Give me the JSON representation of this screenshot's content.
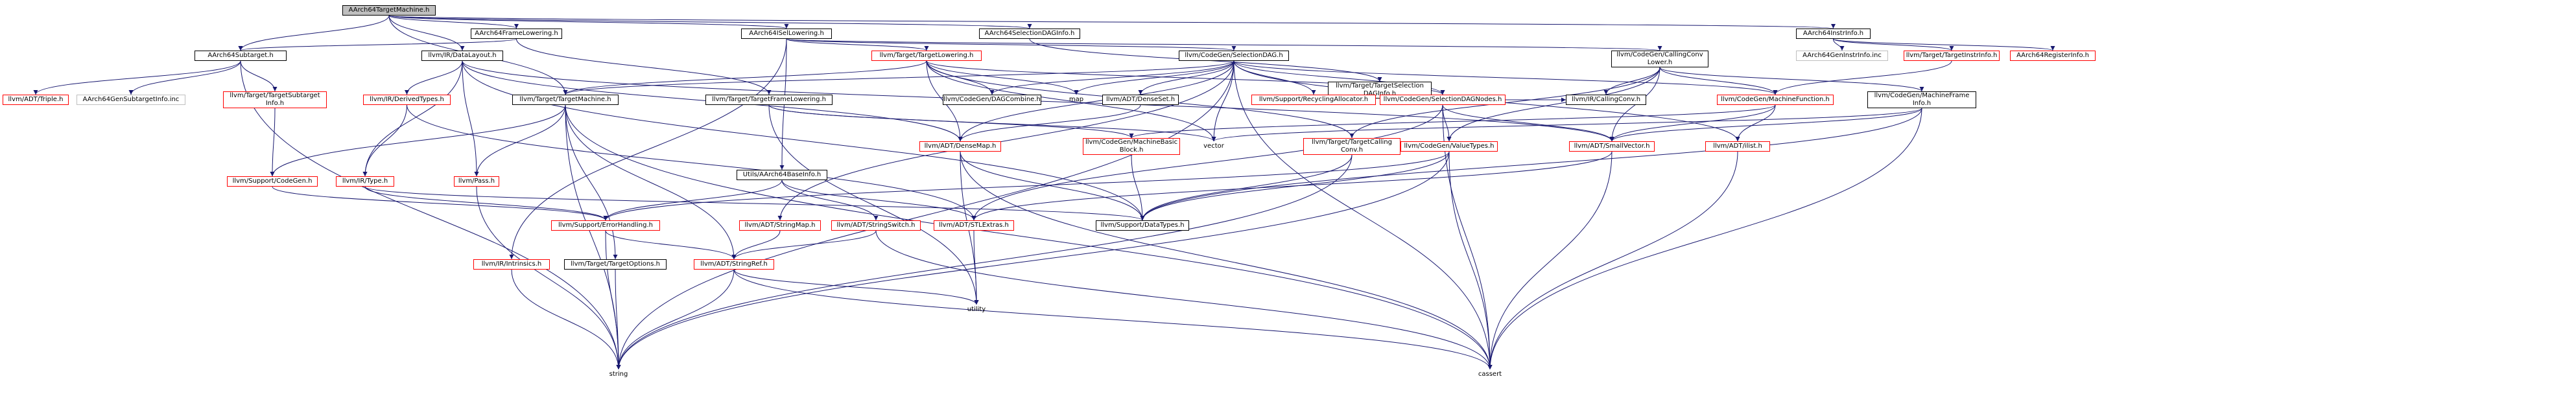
{
  "nodes": [
    {
      "id": "root",
      "label": "AArch64TargetMachine.h",
      "style": "root"
    },
    {
      "id": "subtarget",
      "label": "AArch64Subtarget.h",
      "style": "black"
    },
    {
      "id": "datalayout",
      "label": "llvm/IR/DataLayout.h",
      "style": "black"
    },
    {
      "id": "framelowering",
      "label": "AArch64FrameLowering.h",
      "style": "black"
    },
    {
      "id": "isellowering",
      "label": "AArch64ISelLowering.h",
      "style": "black"
    },
    {
      "id": "selectiondaginfo",
      "label": "AArch64SelectionDAGInfo.h",
      "style": "black"
    },
    {
      "id": "instrinfo",
      "label": "AArch64InstrInfo.h",
      "style": "black"
    },
    {
      "id": "triple",
      "label": "llvm/ADT/Triple.h",
      "style": "red"
    },
    {
      "id": "gensubtargetinfo",
      "label": "AArch64GenSubtargetInfo.inc",
      "style": "grey"
    },
    {
      "id": "targetsubtargetinfo",
      "label": "llvm/Target/TargetSubtarget\nInfo.h",
      "style": "red"
    },
    {
      "id": "derivedtypes",
      "label": "llvm/IR/DerivedTypes.h",
      "style": "red"
    },
    {
      "id": "targetmachine",
      "label": "llvm/Target/TargetMachine.h",
      "style": "black"
    },
    {
      "id": "targetlowering",
      "label": "llvm/Target/TargetLowering.h",
      "style": "red"
    },
    {
      "id": "selectiondag",
      "label": "llvm/CodeGen/SelectionDAG.h",
      "style": "black"
    },
    {
      "id": "targetselectiondaginfo",
      "label": "llvm/Target/TargetSelection\nDAGInfo.h",
      "style": "black"
    },
    {
      "id": "callingconvlower",
      "label": "llvm/CodeGen/CallingConv\nLower.h",
      "style": "black"
    },
    {
      "id": "geninstrinfo",
      "label": "AArch64GenInstrInfo.inc",
      "style": "grey"
    },
    {
      "id": "targetinstrinfo",
      "label": "llvm/Target/TargetInstrInfo.h",
      "style": "red"
    },
    {
      "id": "registerinfo",
      "label": "AArch64RegisterInfo.h",
      "style": "red"
    },
    {
      "id": "supportcodegen",
      "label": "llvm/Support/CodeGen.h",
      "style": "red"
    },
    {
      "id": "irtype",
      "label": "llvm/IR/Type.h",
      "style": "red"
    },
    {
      "id": "pass",
      "label": "llvm/Pass.h",
      "style": "red"
    },
    {
      "id": "targetframelowering",
      "label": "llvm/Target/TargetFrameLowering.h",
      "style": "black"
    },
    {
      "id": "dagcombine",
      "label": "llvm/CodeGen/DAGCombine.h",
      "style": "black"
    },
    {
      "id": "map",
      "label": "map",
      "style": "plain"
    },
    {
      "id": "denseset",
      "label": "llvm/ADT/DenseSet.h",
      "style": "black"
    },
    {
      "id": "recyclingallocator",
      "label": "llvm/Support/RecyclingAllocator.h",
      "style": "red"
    },
    {
      "id": "selectiondagnodes",
      "label": "llvm/CodeGen/SelectionDAGNodes.h",
      "style": "red"
    },
    {
      "id": "ircallingconv",
      "label": "llvm/IR/CallingConv.h",
      "style": "black"
    },
    {
      "id": "machinefunction",
      "label": "llvm/CodeGen/MachineFunction.h",
      "style": "red"
    },
    {
      "id": "machineframeinfo",
      "label": "llvm/CodeGen/MachineFrame\nInfo.h",
      "style": "black"
    },
    {
      "id": "baseinfo",
      "label": "Utils/AArch64BaseInfo.h",
      "style": "black"
    },
    {
      "id": "densemap",
      "label": "llvm/ADT/DenseMap.h",
      "style": "red"
    },
    {
      "id": "machinebasicblock",
      "label": "llvm/CodeGen/MachineBasic\nBlock.h",
      "style": "red"
    },
    {
      "id": "vector",
      "label": "vector",
      "style": "plain"
    },
    {
      "id": "targetcallingconv",
      "label": "llvm/Target/TargetCalling\nConv.h",
      "style": "red"
    },
    {
      "id": "valuetypes",
      "label": "llvm/CodeGen/ValueTypes.h",
      "style": "red"
    },
    {
      "id": "smallvector",
      "label": "llvm/ADT/SmallVector.h",
      "style": "red"
    },
    {
      "id": "ilist",
      "label": "llvm/ADT/ilist.h",
      "style": "red"
    },
    {
      "id": "errorhandling",
      "label": "llvm/Support/ErrorHandling.h",
      "style": "red"
    },
    {
      "id": "stringmap",
      "label": "llvm/ADT/StringMap.h",
      "style": "red"
    },
    {
      "id": "stringswitch",
      "label": "llvm/ADT/StringSwitch.h",
      "style": "red"
    },
    {
      "id": "stlextras",
      "label": "llvm/ADT/STLExtras.h",
      "style": "red"
    },
    {
      "id": "datatypes",
      "label": "llvm/Support/DataTypes.h",
      "style": "black"
    },
    {
      "id": "intrinsics",
      "label": "llvm/IR/Intrinsics.h",
      "style": "red"
    },
    {
      "id": "targetoptions",
      "label": "llvm/Target/TargetOptions.h",
      "style": "black"
    },
    {
      "id": "stringref",
      "label": "llvm/ADT/StringRef.h",
      "style": "red"
    },
    {
      "id": "utility",
      "label": "utility",
      "style": "plain"
    },
    {
      "id": "string",
      "label": "string",
      "style": "plain"
    },
    {
      "id": "cassert",
      "label": "cassert",
      "style": "plain"
    }
  ],
  "edges": [
    [
      "root",
      "subtarget"
    ],
    [
      "root",
      "datalayout"
    ],
    [
      "root",
      "framelowering"
    ],
    [
      "root",
      "isellowering"
    ],
    [
      "root",
      "selectiondaginfo"
    ],
    [
      "root",
      "instrinfo"
    ],
    [
      "root",
      "targetmachine"
    ],
    [
      "subtarget",
      "triple"
    ],
    [
      "subtarget",
      "gensubtargetinfo"
    ],
    [
      "subtarget",
      "targetsubtargetinfo"
    ],
    [
      "subtarget",
      "string"
    ],
    [
      "datalayout",
      "derivedtypes"
    ],
    [
      "datalayout",
      "irtype"
    ],
    [
      "datalayout",
      "pass"
    ],
    [
      "datalayout",
      "densemap"
    ],
    [
      "datalayout",
      "smallvector"
    ],
    [
      "datalayout",
      "datatypes"
    ],
    [
      "framelowering",
      "subtarget"
    ],
    [
      "framelowering",
      "targetframelowering"
    ],
    [
      "isellowering",
      "targetlowering"
    ],
    [
      "isellowering",
      "selectiondag"
    ],
    [
      "isellowering",
      "intrinsics"
    ],
    [
      "isellowering",
      "callingconvlower"
    ],
    [
      "isellowering",
      "baseinfo"
    ],
    [
      "selectiondaginfo",
      "targetselectiondaginfo"
    ],
    [
      "instrinfo",
      "geninstrinfo"
    ],
    [
      "instrinfo",
      "targetinstrinfo"
    ],
    [
      "instrinfo",
      "registerinfo"
    ],
    [
      "targetsubtargetinfo",
      "supportcodegen"
    ],
    [
      "derivedtypes",
      "irtype"
    ],
    [
      "derivedtypes",
      "stlextras"
    ],
    [
      "targetmachine",
      "supportcodegen"
    ],
    [
      "targetmachine",
      "pass"
    ],
    [
      "targetmachine",
      "targetoptions"
    ],
    [
      "targetmachine",
      "stringref"
    ],
    [
      "targetmachine",
      "string"
    ],
    [
      "targetmachine",
      "cassert"
    ],
    [
      "targetlowering",
      "targetmachine"
    ],
    [
      "targetlowering",
      "dagcombine"
    ],
    [
      "targetlowering",
      "selectiondagnodes"
    ],
    [
      "targetlowering",
      "targetcallingconv"
    ],
    [
      "targetlowering",
      "densemap"
    ],
    [
      "targetlowering",
      "map"
    ],
    [
      "targetlowering",
      "vector"
    ],
    [
      "selectiondag",
      "dagcombine"
    ],
    [
      "selectiondag",
      "map"
    ],
    [
      "selectiondag",
      "denseset"
    ],
    [
      "selectiondag",
      "recyclingallocator"
    ],
    [
      "selectiondag",
      "selectiondagnodes"
    ],
    [
      "selectiondag",
      "machinefunction"
    ],
    [
      "selectiondag",
      "ilist"
    ],
    [
      "selectiondag",
      "stringmap"
    ],
    [
      "selectiondag",
      "densemap"
    ],
    [
      "selectiondag",
      "targetmachine"
    ],
    [
      "selectiondag",
      "cassert"
    ],
    [
      "selectiondag",
      "string"
    ],
    [
      "selectiondag",
      "vector"
    ],
    [
      "targetselectiondaginfo",
      "selectiondagnodes"
    ],
    [
      "callingconvlower",
      "ircallingconv"
    ],
    [
      "callingconvlower",
      "machinefunction"
    ],
    [
      "callingconvlower",
      "machineframeinfo"
    ],
    [
      "callingconvlower",
      "targetcallingconv"
    ],
    [
      "callingconvlower",
      "valuetypes"
    ],
    [
      "callingconvlower",
      "smallvector"
    ],
    [
      "targetinstrinfo",
      "machinefunction"
    ],
    [
      "supportcodegen",
      "errorhandling"
    ],
    [
      "irtype",
      "datatypes"
    ],
    [
      "irtype",
      "errorhandling"
    ],
    [
      "pass",
      "string"
    ],
    [
      "targetframelowering",
      "utility"
    ],
    [
      "targetframelowering",
      "vector"
    ],
    [
      "targetframelowering",
      "machinebasicblock"
    ],
    [
      "denseset",
      "densemap"
    ],
    [
      "selectiondagnodes",
      "valuetypes"
    ],
    [
      "selectiondagnodes",
      "smallvector"
    ],
    [
      "selectiondagnodes",
      "cassert"
    ],
    [
      "selectiondagnodes",
      "stlextras"
    ],
    [
      "selectiondagnodes",
      "ircallingconv"
    ],
    [
      "machinefunction",
      "ilist"
    ],
    [
      "machinefunction",
      "smallvector"
    ],
    [
      "machinefunction",
      "machinebasicblock"
    ],
    [
      "machineframeinfo",
      "smallvector"
    ],
    [
      "machineframeinfo",
      "datatypes"
    ],
    [
      "machineframeinfo",
      "vector"
    ],
    [
      "machineframeinfo",
      "cassert"
    ],
    [
      "baseinfo",
      "stringswitch"
    ],
    [
      "baseinfo",
      "errorhandling"
    ],
    [
      "baseinfo",
      "stlextras"
    ],
    [
      "densemap",
      "utility"
    ],
    [
      "densemap",
      "cassert"
    ],
    [
      "densemap",
      "datatypes"
    ],
    [
      "machinebasicblock",
      "datatypes"
    ],
    [
      "targetcallingconv",
      "datatypes"
    ],
    [
      "targetcallingconv",
      "string"
    ],
    [
      "valuetypes",
      "datatypes"
    ],
    [
      "valuetypes",
      "cassert"
    ],
    [
      "valuetypes",
      "string"
    ],
    [
      "valuetypes",
      "errorhandling"
    ],
    [
      "smallvector",
      "cassert"
    ],
    [
      "smallvector",
      "stlextras"
    ],
    [
      "ilist",
      "cassert"
    ],
    [
      "errorhandling",
      "stringref"
    ],
    [
      "errorhandling",
      "string"
    ],
    [
      "stringmap",
      "stringref"
    ],
    [
      "stringswitch",
      "stringref"
    ],
    [
      "stringswitch",
      "cassert"
    ],
    [
      "stlextras",
      "utility"
    ],
    [
      "stringref",
      "string"
    ],
    [
      "stringref",
      "cassert"
    ],
    [
      "stringref",
      "utility"
    ],
    [
      "intrinsics",
      "string"
    ],
    [
      "targetoptions",
      "string"
    ]
  ],
  "colors": {
    "edge": "#191970",
    "red_border": "#ff0000",
    "grey_border": "#bfbfbf",
    "root_fill": "#bfbfbf"
  }
}
